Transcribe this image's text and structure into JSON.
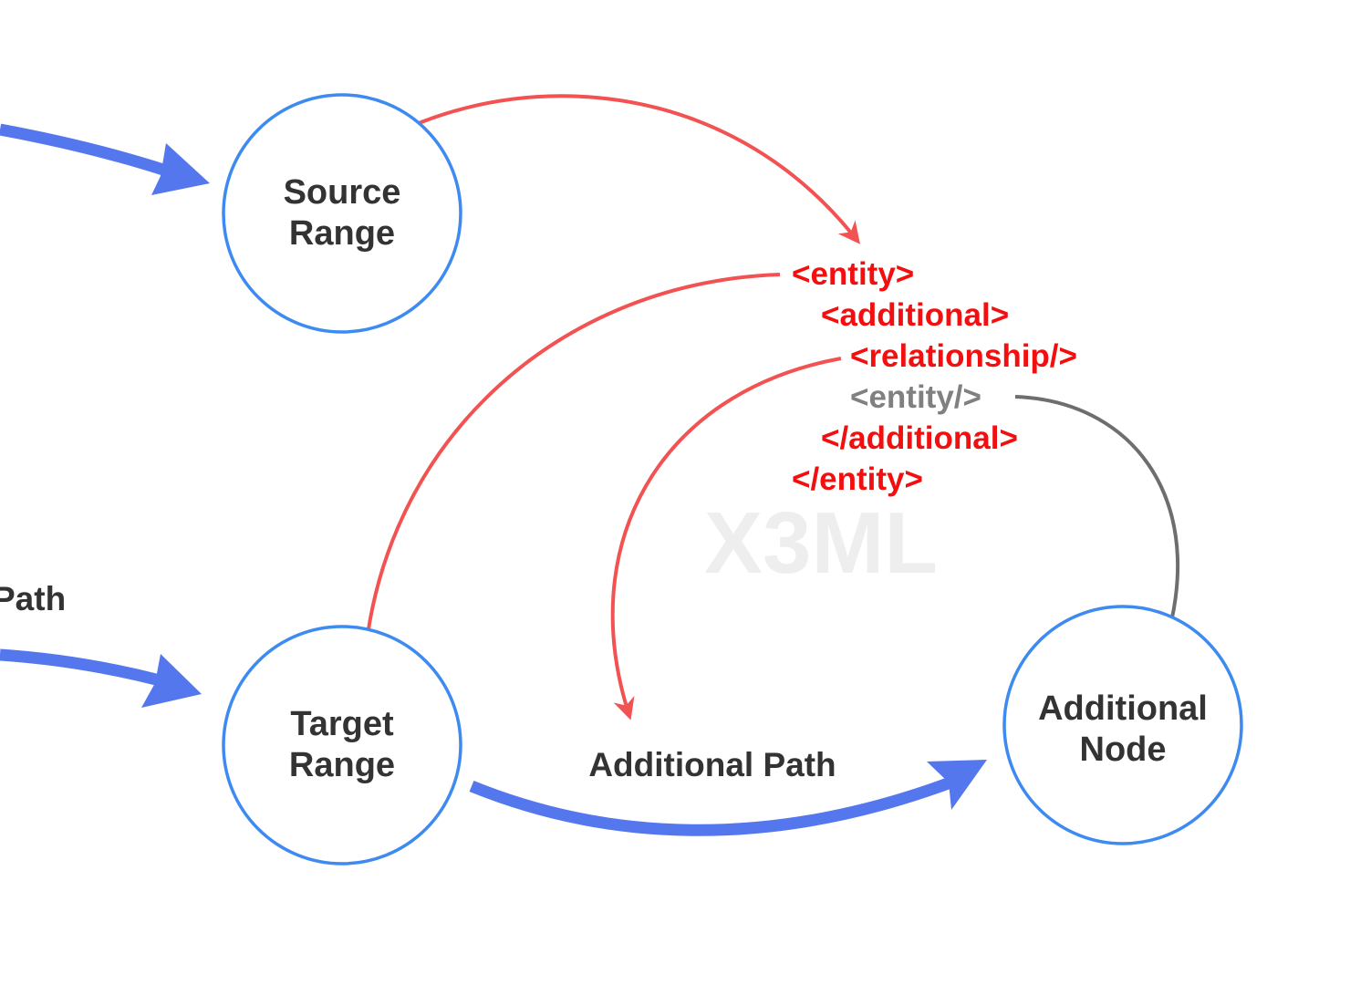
{
  "diagram": {
    "watermark": "X3ML",
    "nodes": {
      "source_range": {
        "line1": "Source",
        "line2": "Range"
      },
      "target_range": {
        "line1": "Target",
        "line2": "Range"
      },
      "additional_node": {
        "line1": "Additional",
        "line2": "Node"
      }
    },
    "labels": {
      "partial_path": "Path",
      "additional_path": "Additional Path"
    },
    "code": {
      "entity_open": "<entity>",
      "additional_open": "<additional>",
      "relationship": "<relationship/>",
      "entity_inner": "<entity/>",
      "additional_close": "</additional>",
      "entity_close": "</entity>"
    },
    "colors": {
      "node_border": "#3d8af0",
      "blue_arrow": "#5577ee",
      "red_arrow": "#f25252",
      "grey_arrow": "#6e6e6e",
      "code_red": "#f20f0f",
      "code_grey": "#808080",
      "watermark": "#eeeeee"
    }
  }
}
